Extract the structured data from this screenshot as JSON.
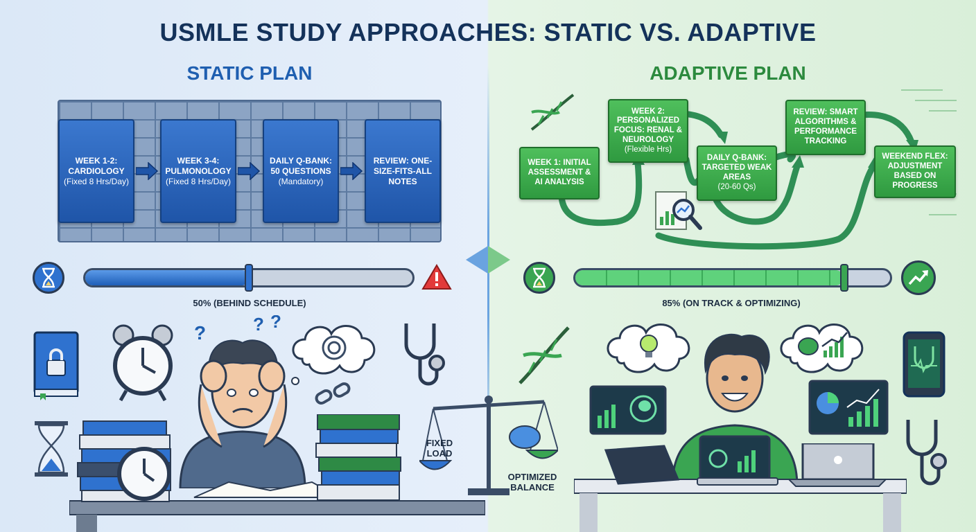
{
  "title": "USMLE STUDY APPROACHES: STATIC VS. ADAPTIVE",
  "static": {
    "heading": "STATIC PLAN",
    "blocks": [
      {
        "label": "WEEK 1-2: CARDIOLOGY",
        "sub": "(Fixed 8 Hrs/Day)"
      },
      {
        "label": "WEEK 3-4: PULMONOLOGY",
        "sub": "(Fixed 8 Hrs/Day)"
      },
      {
        "label": "DAILY Q-BANK: 50 QUESTIONS",
        "sub": "(Mandatory)"
      },
      {
        "label": "REVIEW: ONE-SIZE-FITS-ALL NOTES",
        "sub": ""
      }
    ],
    "progress_value": 0.5,
    "progress_text": "50% (BEHIND SCHEDULE)",
    "colors": {
      "fill": "#2f72cf",
      "accent": "#1f5fb0",
      "warning": "#e23a3a"
    }
  },
  "adaptive": {
    "heading": "ADAPTIVE PLAN",
    "boxes": [
      {
        "label": "WEEK 1: INITIAL ASSESSMENT & AI ANALYSIS",
        "sub": ""
      },
      {
        "label": "WEEK 2: PERSONALIZED FOCUS: RENAL & NEUROLOGY",
        "sub": "(Flexible Hrs)"
      },
      {
        "label": "DAILY Q-BANK: TARGETED WEAK AREAS",
        "sub": "(20-60 Qs)"
      },
      {
        "label": "REVIEW: SMART ALGORITHMS & PERFORMANCE TRACKING",
        "sub": ""
      },
      {
        "label": "WEEKEND FLEX: ADJUSTMENT BASED ON PROGRESS",
        "sub": ""
      }
    ],
    "progress_value": 0.85,
    "progress_text": "85% (ON TRACK & OPTIMIZING)",
    "colors": {
      "fill": "#36b456",
      "accent": "#2c8a3e"
    }
  },
  "scale": {
    "left_label": "FIXED LOAD",
    "right_label": "OPTIMIZED BALANCE"
  },
  "icons": [
    "hourglass-icon",
    "warning-icon",
    "trend-up-icon",
    "lock-book-icon",
    "alarm-clock-icon",
    "stethoscope-icon",
    "dna-icon",
    "lightbulb-icon",
    "brain-icon",
    "magnifier-chart-icon",
    "laptop-icon",
    "tablet-icon",
    "phone-stethoscope-icon",
    "broken-chain-icon"
  ]
}
